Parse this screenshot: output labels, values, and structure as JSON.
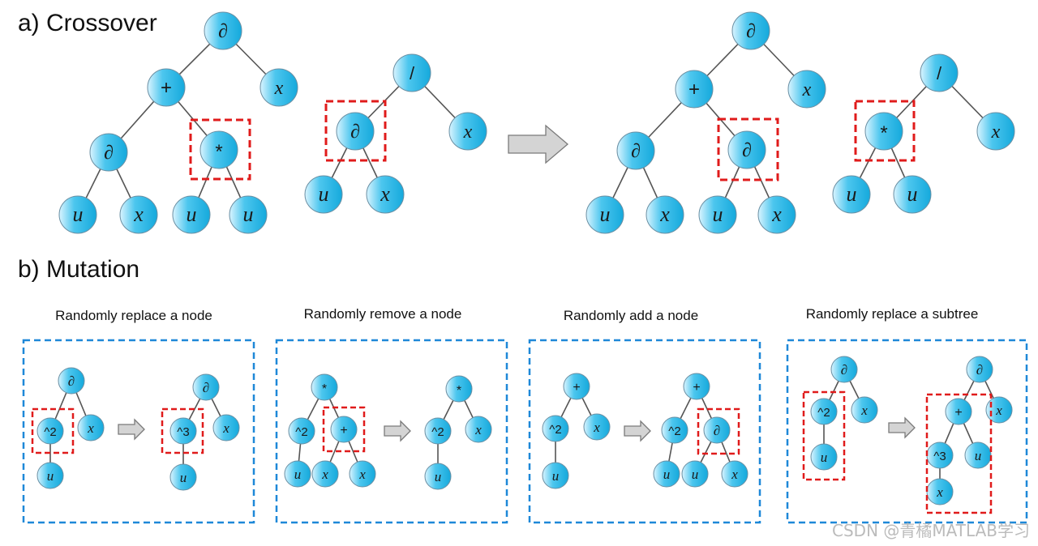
{
  "sections": {
    "crossover_title": "a) Crossover",
    "mutation_title": "b) Mutation"
  },
  "crossover": {
    "parent1": {
      "nodes": [
        "∂",
        "+",
        "x",
        "∂",
        "*",
        "u",
        "x",
        "u",
        "u"
      ]
    },
    "parent2": {
      "nodes": [
        "/",
        "∂",
        "x",
        "u",
        "x"
      ]
    },
    "child1": {
      "nodes": [
        "∂",
        "+",
        "x",
        "∂",
        "∂",
        "u",
        "x",
        "u",
        "x"
      ]
    },
    "child2": {
      "nodes": [
        "/",
        "*",
        "x",
        "u",
        "u"
      ]
    }
  },
  "mutations": [
    {
      "caption": "Randomly replace a node",
      "before": {
        "nodes": [
          "∂",
          "^2",
          "x",
          "u"
        ]
      },
      "after": {
        "nodes": [
          "∂",
          "^3",
          "x",
          "u"
        ]
      }
    },
    {
      "caption": "Randomly remove a node",
      "before": {
        "nodes": [
          "*",
          "^2",
          "+",
          "u",
          "x",
          "x"
        ]
      },
      "after": {
        "nodes": [
          "*",
          "^2",
          "x",
          "u"
        ]
      }
    },
    {
      "caption": "Randomly add a node",
      "before": {
        "nodes": [
          "+",
          "^2",
          "x",
          "u"
        ]
      },
      "after": {
        "nodes": [
          "+",
          "^2",
          "∂",
          "u",
          "u",
          "x"
        ]
      }
    },
    {
      "caption": "Randomly replace a subtree",
      "before": {
        "nodes": [
          "∂",
          "^2",
          "x",
          "u"
        ]
      },
      "after": {
        "nodes": [
          "∂",
          "+",
          "x",
          "^3",
          "u",
          "x"
        ]
      }
    }
  ],
  "colors": {
    "node_fill_light": "#d9f4ff",
    "node_fill_mid": "#4cc6ee",
    "node_fill_dark": "#15a9dc",
    "highlight": "#e01b1b",
    "panel_border": "#1e88d8",
    "edge": "#555555"
  },
  "watermark": "CSDN @青橘MATLAB学习"
}
